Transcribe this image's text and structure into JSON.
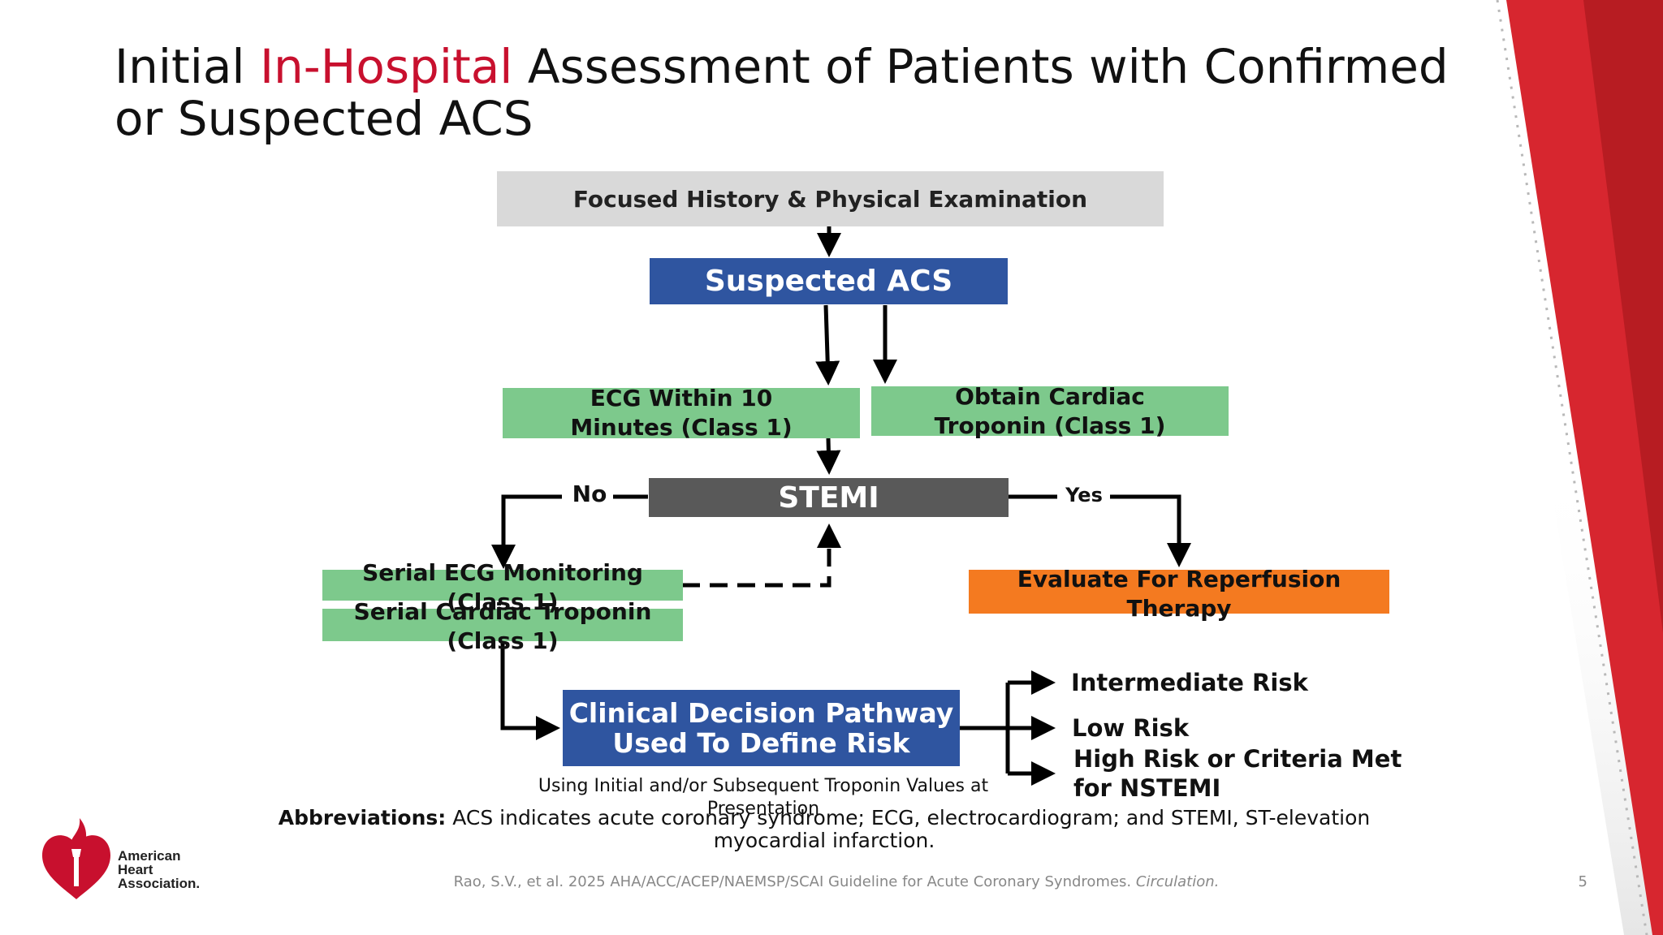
{
  "slide": {
    "title_pre": "Initial ",
    "title_highlight": "In-Hospital",
    "title_post": " Assessment of Patients with Confirmed or Suspected ACS",
    "page_number": "5"
  },
  "flowchart": {
    "history_exam": "Focused History & Physical Examination",
    "suspected_acs": "Suspected ACS",
    "ecg": "ECG Within 10 Minutes (Class 1)",
    "troponin": "Obtain Cardiac Troponin (Class 1)",
    "stemi": "STEMI",
    "no_label": "No",
    "yes_label": "Yes",
    "serial_ecg": "Serial ECG Monitoring (Class 1)",
    "serial_troponin": "Serial Cardiac Troponin (Class 1)",
    "reperfusion": "Evaluate For Reperfusion Therapy",
    "cdp_line1": "Clinical Decision Pathway",
    "cdp_line2": "Used To Define Risk",
    "cdp_note": "Using Initial and/or Subsequent Troponin Values at Presentation",
    "risk_intermediate": "Intermediate Risk",
    "risk_low": "Low Risk",
    "risk_high": "High Risk or Criteria Met for NSTEMI"
  },
  "abbreviations": {
    "label": "Abbreviations:",
    "text": " ACS indicates acute coronary syndrome; ECG, electrocardiogram; and STEMI, ST-elevation myocardial infarction."
  },
  "citation": {
    "text": "Rao, S.V., et al. 2025 AHA/ACC/ACEP/NAEMSP/SCAI Guideline for Acute Coronary Syndromes. ",
    "journal": "Circulation."
  },
  "logo": {
    "line1": "American",
    "line2": "Heart",
    "line3": "Association."
  },
  "colors": {
    "accent_red": "#c8102e",
    "blue": "#2f55a0",
    "green": "#7dc98c",
    "orange": "#f47a20",
    "stemi_gray": "#595959"
  }
}
